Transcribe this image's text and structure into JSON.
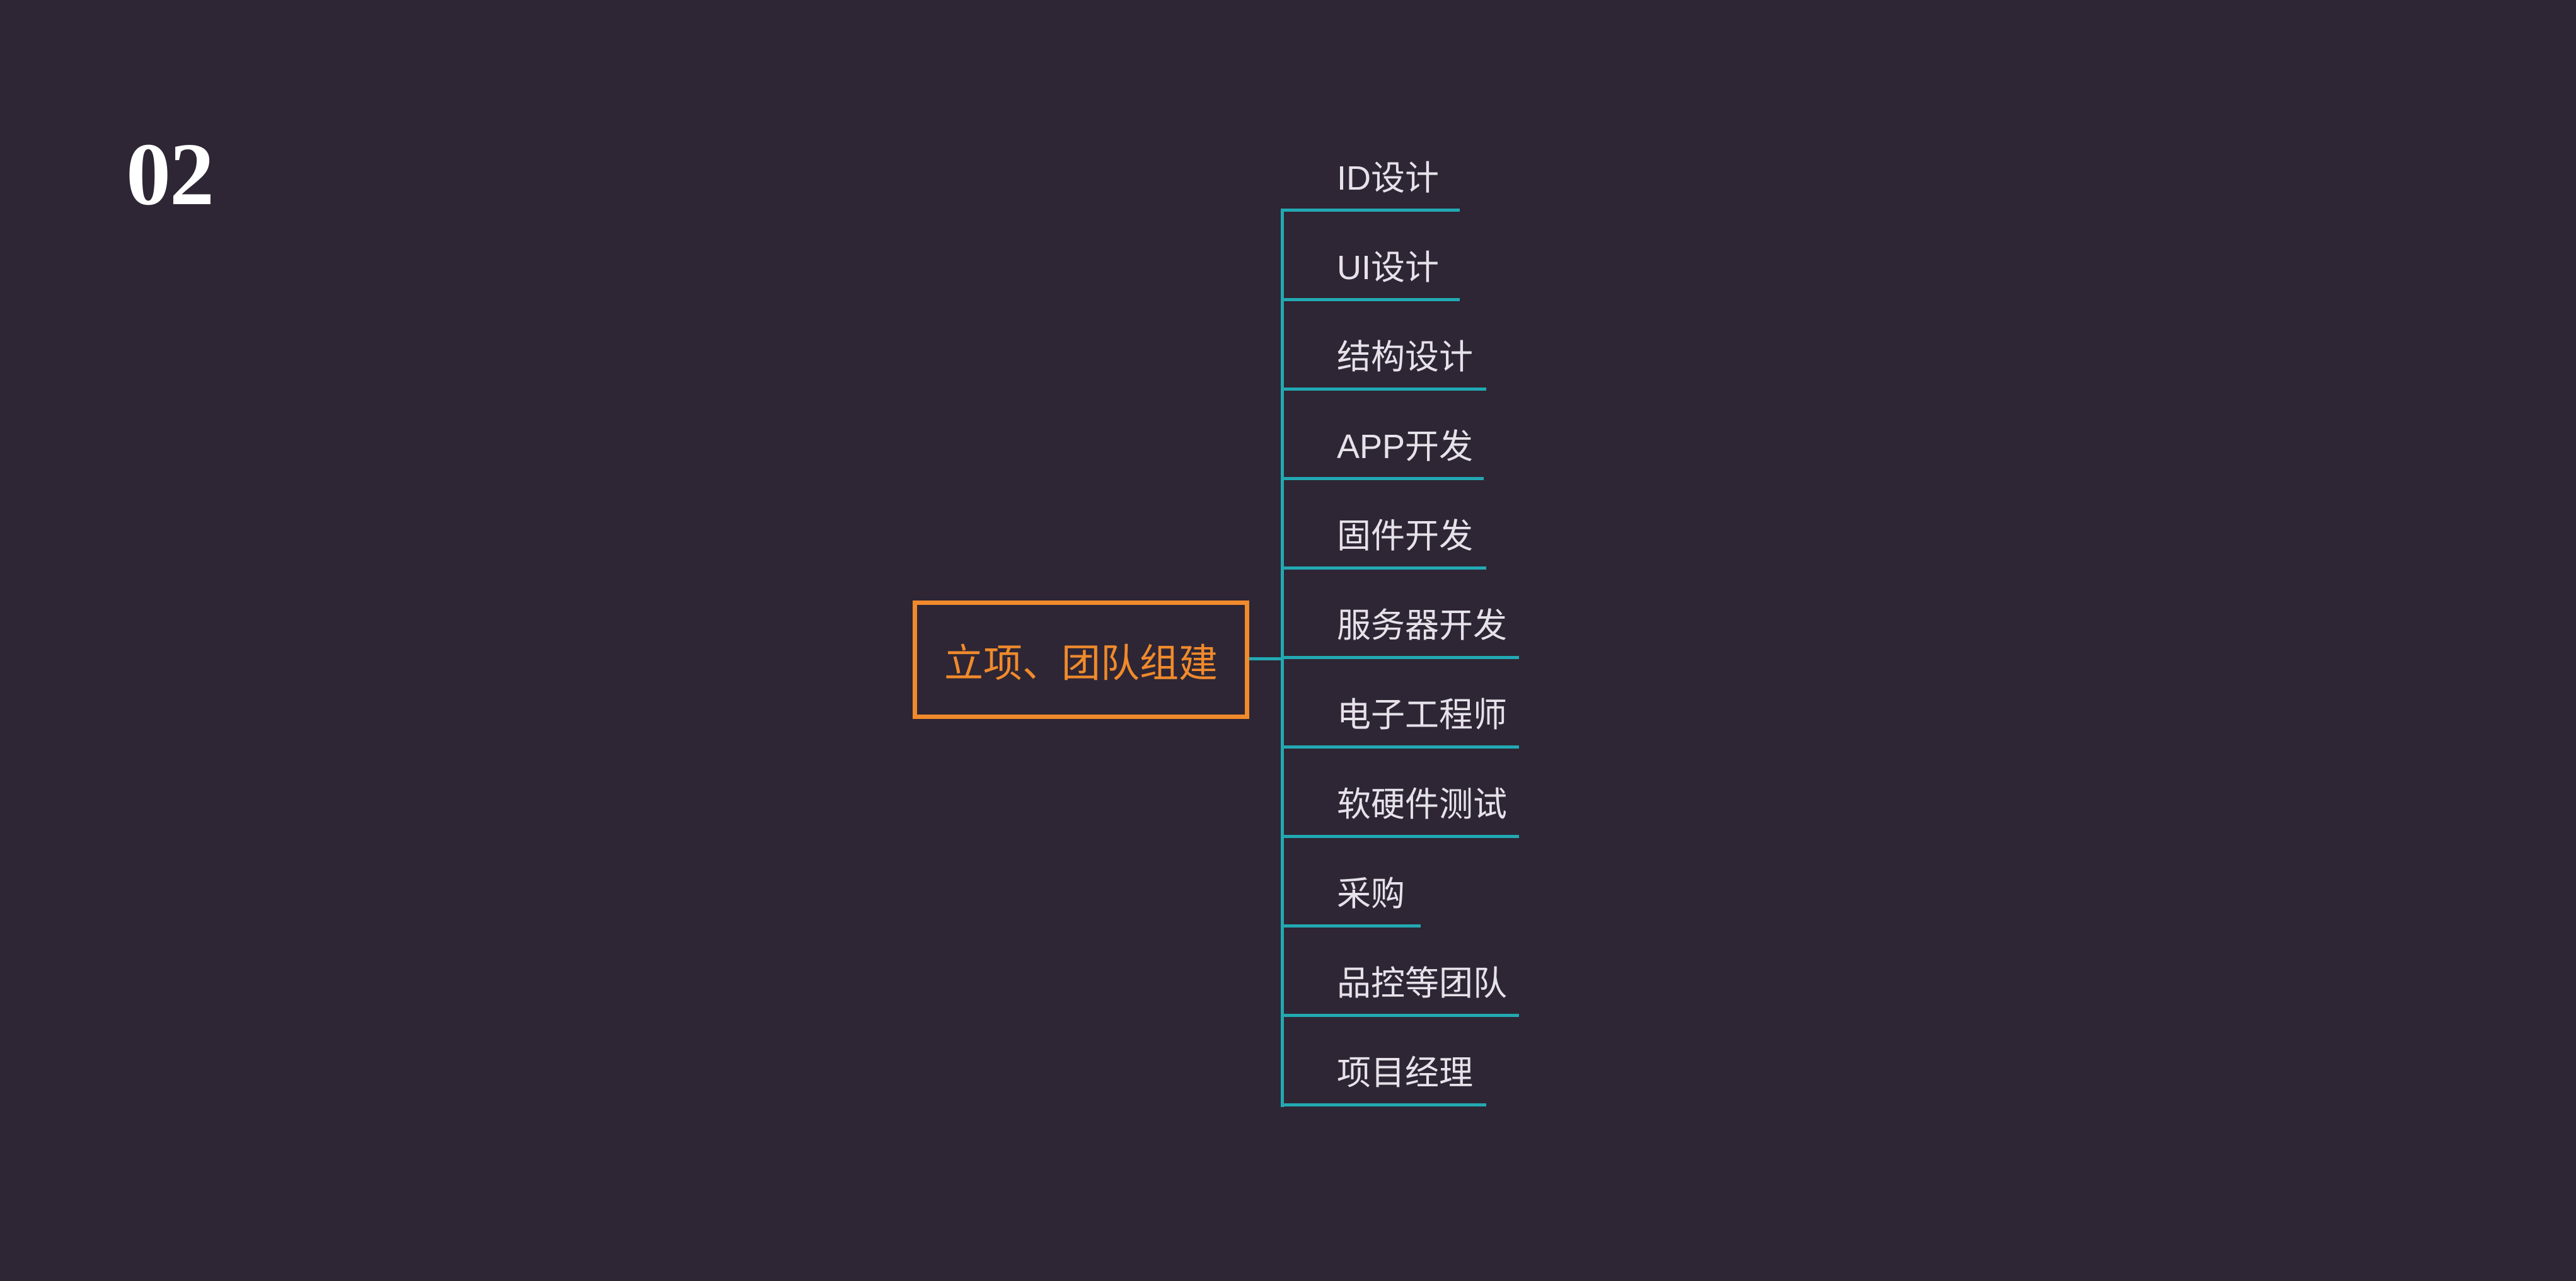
{
  "page_number": "02",
  "root": {
    "label": "立项、团队组建"
  },
  "branches": [
    {
      "label": "ID设计"
    },
    {
      "label": "UI设计"
    },
    {
      "label": "结构设计"
    },
    {
      "label": "APP开发"
    },
    {
      "label": "固件开发"
    },
    {
      "label": "服务器开发"
    },
    {
      "label": "电子工程师"
    },
    {
      "label": "软硬件测试"
    },
    {
      "label": "采购"
    },
    {
      "label": "品控等团队"
    },
    {
      "label": "项目经理"
    }
  ],
  "colors": {
    "background": "#2e2634",
    "root_border": "#f08a2c",
    "branch_lines": "#22a9b3",
    "branch_text": "#e6e2ea"
  }
}
